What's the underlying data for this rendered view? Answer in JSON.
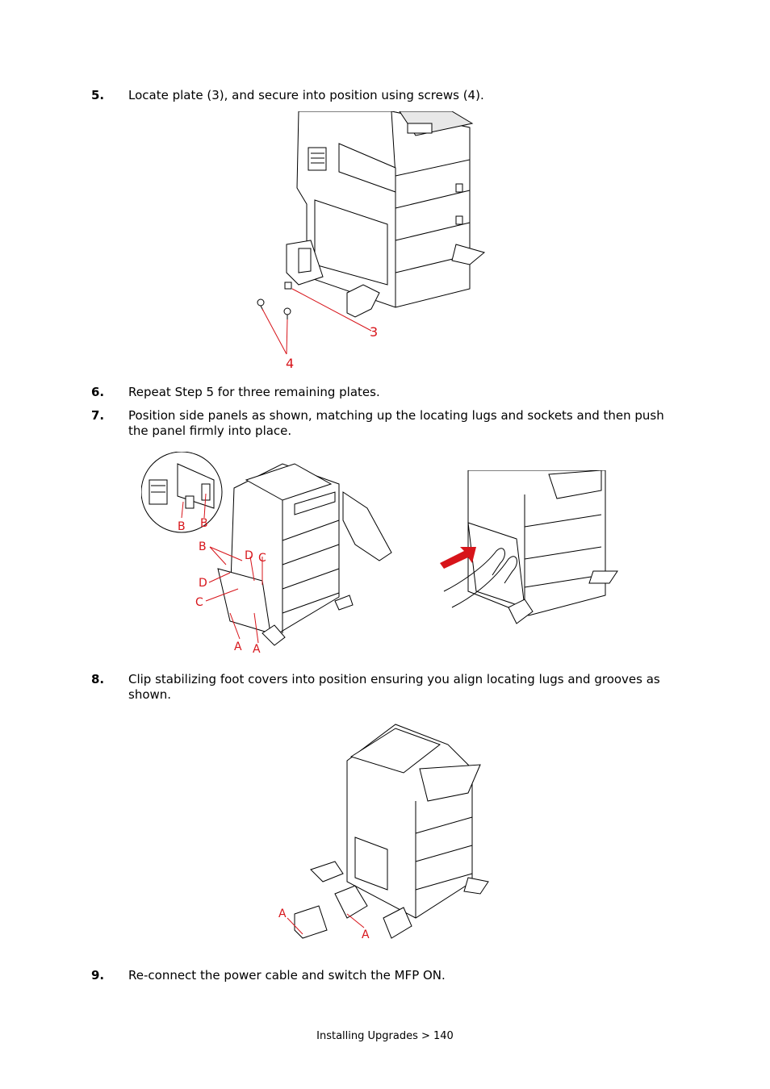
{
  "steps": [
    {
      "number": "5.",
      "text": "Locate plate (3), and secure into position using screws (4)."
    },
    {
      "number": "6.",
      "text": "Repeat Step 5 for three remaining plates."
    },
    {
      "number": "7.",
      "text": "Position side panels as shown, matching up the locating lugs and sockets and then push the panel firmly into place."
    },
    {
      "number": "8.",
      "text": "Clip stabilizing foot covers into position ensuring you align locating lugs and grooves as shown."
    },
    {
      "number": "9.",
      "text": "Re-connect the power cable and switch the MFP ON."
    }
  ],
  "figures": {
    "fig1": {
      "callouts": [
        "3",
        "4"
      ]
    },
    "fig2": {
      "callouts": [
        "B",
        "B",
        "B",
        "D",
        "C",
        "D",
        "C",
        "A",
        "A"
      ]
    },
    "fig3": {
      "callouts": [
        "A",
        "A"
      ]
    }
  },
  "footer": {
    "text": "Installing Upgrades > 140"
  },
  "colors": {
    "callout": "#d7141a",
    "text": "#000000"
  }
}
